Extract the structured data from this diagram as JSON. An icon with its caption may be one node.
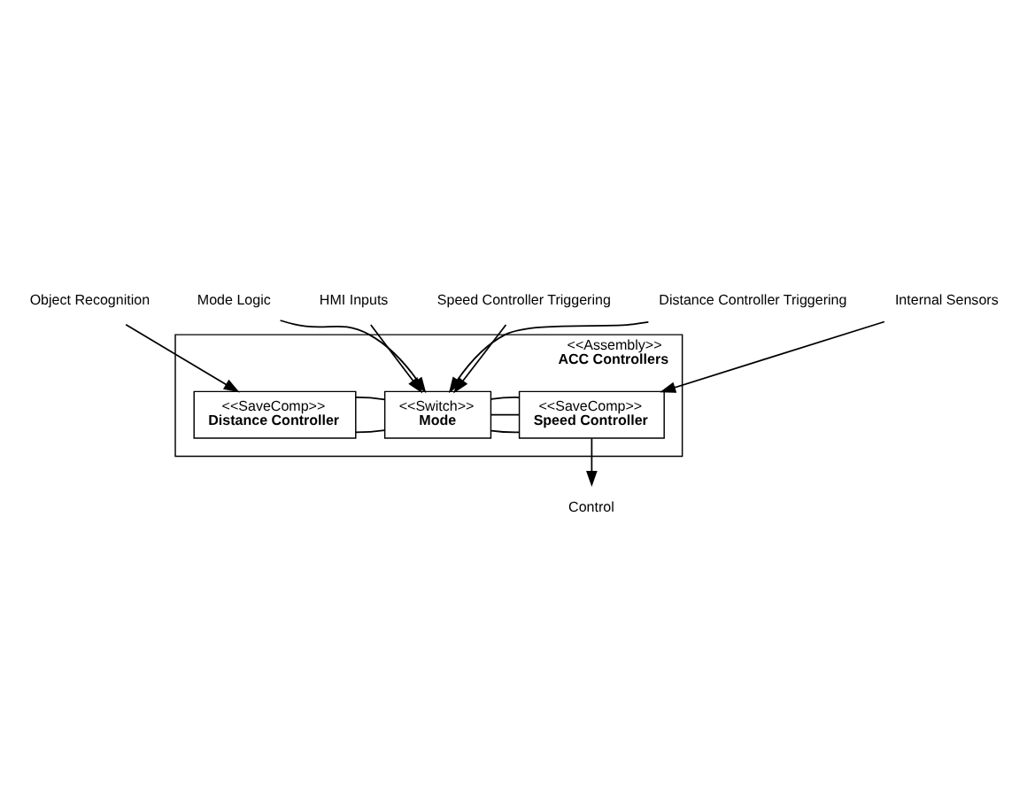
{
  "diagram": {
    "nodes": [
      {
        "text": [
          "Object Recognition"
        ]
      },
      {
        "text": [
          "Mode Logic"
        ]
      },
      {
        "text": [
          "HMI Inputs"
        ]
      },
      {
        "text": [
          "Speed Controller Triggering"
        ]
      },
      {
        "text": [
          "Distance Controller Triggering"
        ]
      },
      {
        "text": [
          "Internal Sensors"
        ]
      },
      {
        "text": [
          "<<Assembly>>",
          "ACC Controllers"
        ]
      },
      {
        "text": [
          "<<SaveComp>>",
          "Distance Controller"
        ],
        "in": 6
      },
      {
        "text": [
          "<<Switch>>",
          "Mode"
        ],
        "in": 6
      },
      {
        "text": [
          "<<SaveComp>>",
          "Speed Controller"
        ],
        "in": 6
      },
      {
        "text": [
          "Control"
        ]
      }
    ],
    "edges": [
      {
        "from": 0,
        "to": 7,
        "arrow": "to"
      },
      {
        "from": 1,
        "to": 8,
        "arrow": "to"
      },
      {
        "from": 2,
        "to": 8,
        "arrow": "to"
      },
      {
        "from": 3,
        "to": 8,
        "arrow": "to"
      },
      {
        "from": 4,
        "to": 8,
        "arrow": "to"
      },
      {
        "from": 5,
        "to": 9,
        "arrow": "to"
      },
      {
        "from": 8,
        "to": 7,
        "arrow": "none"
      },
      {
        "from": 8,
        "to": 9,
        "arrow": "none"
      },
      {
        "from": 7,
        "to": 8,
        "arrow": "none"
      },
      {
        "from": 8,
        "to": 9,
        "arrow": "none"
      },
      {
        "from": 8,
        "to": 9,
        "arrow": "none"
      },
      {
        "from": 9,
        "to": 10,
        "arrow": "to"
      }
    ]
  }
}
